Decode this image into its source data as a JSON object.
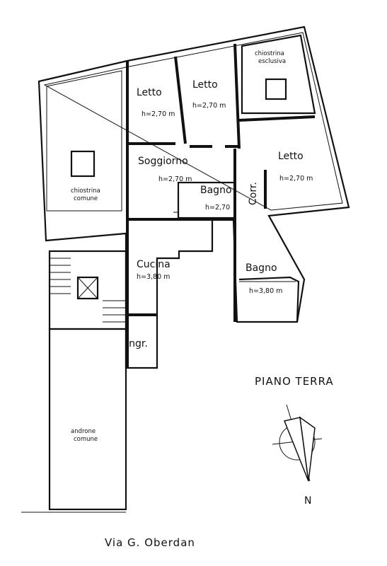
{
  "rooms": {
    "letto_1": "Letto",
    "letto_1_h": "h=2,70 m",
    "letto_2": "Letto",
    "letto_2_h": "h=2,70 m",
    "letto_3": "Letto",
    "letto_3_h": "h=2,70 m",
    "soggiorno": "Soggiorno",
    "soggiorno_h": "h=2,70 m",
    "bagno_1": "Bagno",
    "bagno_1_h": "h=2,70",
    "corr": "Corr.",
    "cucina": "Cucina",
    "cucina_h": "h=3,80 m",
    "bagno_2": "Bagno",
    "bagno_2_h": "h=3,80 m",
    "ingr": "Ingr."
  },
  "common": {
    "chiostrina_esclusiva_1": "chiostrina",
    "chiostrina_esclusiva_2": "esclusiva",
    "chiostrina_comune_1": "chiostrina",
    "chiostrina_comune_2": "comune",
    "androne_1": "androne",
    "androne_2": "comune"
  },
  "title": "PIANO TERRA",
  "street": "Via G. Oberdan",
  "compass": {
    "label": "N"
  }
}
